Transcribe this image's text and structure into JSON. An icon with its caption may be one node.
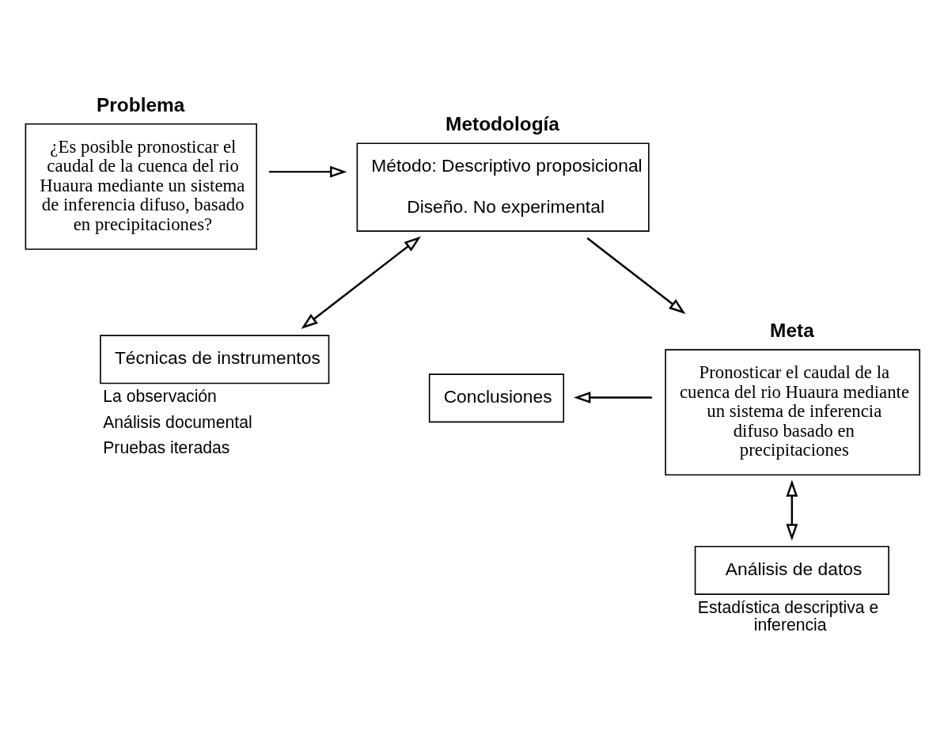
{
  "diagram": {
    "nodes": [
      {
        "text": [
          "Problema",
          "¿Es posible pronosticar el caudal de la cuenca del rio Huaura mediante un sistema de inferencia difuso, basado en precipitaciones?"
        ]
      },
      {
        "text": [
          "Metodología",
          "Método: Descriptivo proposicional",
          "Diseño. No experimental"
        ]
      },
      {
        "text": [
          "Técnicas de instrumentos"
        ],
        "beside": [
          "La observación",
          "Análisis documental",
          "Pruebas iteradas"
        ]
      },
      {
        "text": [
          "Meta",
          "Pronosticar el caudal de la cuenca del rio Huaura mediante un sistema de inferencia difuso basado en precipitaciones"
        ]
      },
      {
        "text": [
          "Conclusiones"
        ]
      },
      {
        "text": [
          "Análisis de datos"
        ],
        "beside": [
          "Estadística descriptiva e inferencia"
        ]
      }
    ],
    "edges": [
      {
        "from": 0,
        "to": 1,
        "arrow": "to"
      },
      {
        "from": 1,
        "to": 2,
        "arrow": "both"
      },
      {
        "from": 1,
        "to": 3,
        "arrow": "to"
      },
      {
        "from": 3,
        "to": 4,
        "arrow": "to"
      },
      {
        "from": 3,
        "to": 5,
        "arrow": "both"
      }
    ]
  }
}
